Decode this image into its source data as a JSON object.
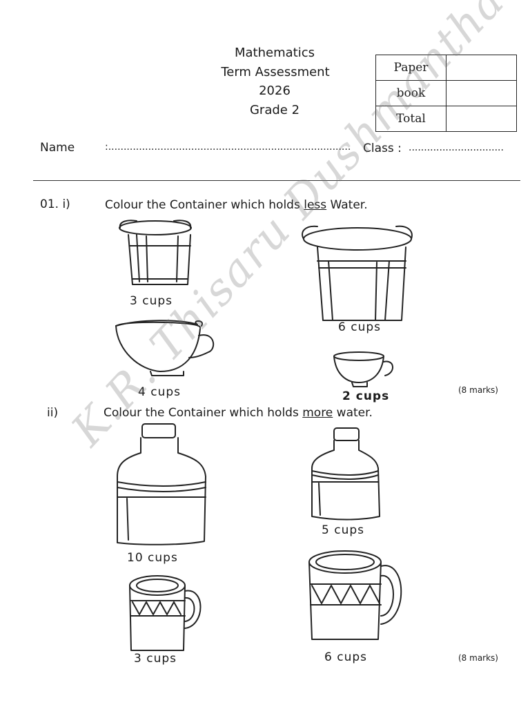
{
  "header": {
    "subject": "Mathematics",
    "exam": "Term Assessment",
    "year": "2026",
    "grade": "Grade 2"
  },
  "score_table": {
    "rows": [
      "Paper",
      "book",
      "Total"
    ]
  },
  "student": {
    "name_label": "Name",
    "name_line": ":...............................................................................",
    "class_label": "Class :",
    "class_line": "..............................."
  },
  "q1": {
    "number": "01. i)",
    "prompt_before": "Colour the Container which holds ",
    "prompt_key": "less",
    "prompt_after": " Water.",
    "items": [
      {
        "label": "3 cups"
      },
      {
        "label": "6 cups"
      },
      {
        "label": "4 cups"
      },
      {
        "label": "2 cups"
      }
    ],
    "marks": "(8 marks)"
  },
  "q2": {
    "number": "ii)",
    "prompt_before": "Colour the Container which holds ",
    "prompt_key": "more",
    "prompt_after": " water.",
    "items": [
      {
        "label": "10 cups"
      },
      {
        "label": "5 cups"
      },
      {
        "label": "3 cups"
      },
      {
        "label": "6 cups"
      }
    ],
    "marks": "(8 marks)"
  },
  "watermark": "K.R. Thisaru Dushmantha"
}
